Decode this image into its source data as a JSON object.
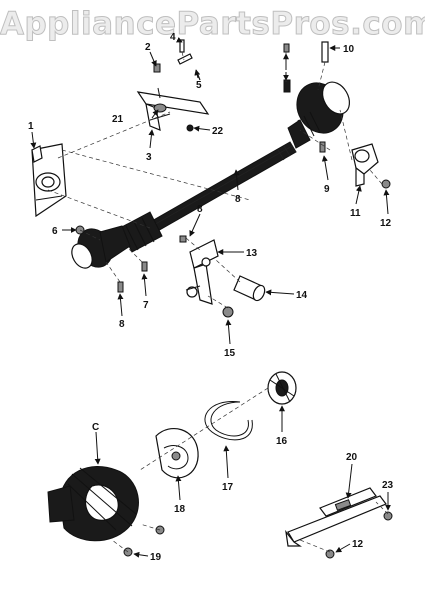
{
  "watermark": "AppliancePartsPros.com",
  "callouts": {
    "c1": "1",
    "c2": "2",
    "c3": "3",
    "c4": "4",
    "c5": "5",
    "c6": "6",
    "c7": "7",
    "c8a": "8",
    "c8b": "8",
    "c8c": "8",
    "c9": "9",
    "c10": "10",
    "c11": "11",
    "c12a": "12",
    "c12b": "12",
    "c13": "13",
    "c14": "14",
    "c15": "15",
    "c16": "16",
    "c17": "17",
    "c18": "18",
    "c19": "19",
    "c20": "20",
    "c21": "21",
    "c22": "22",
    "c23": "23",
    "cC": "C"
  }
}
